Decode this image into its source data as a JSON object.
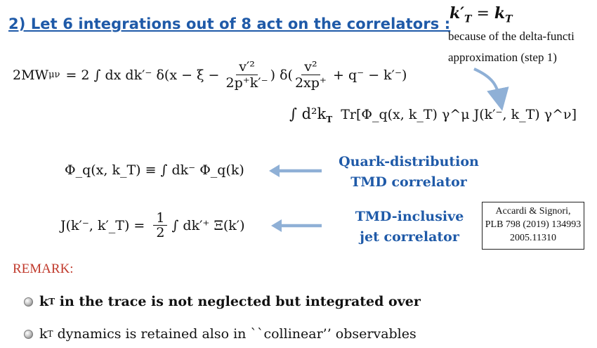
{
  "title": "2) Let 6 integrations out of 8 act on the correlators :",
  "note": {
    "equation_lhs": "k′",
    "equation_sub": "T",
    "equation_mid": " = ",
    "equation_rhs": "k",
    "line1": "because of the delta-functi",
    "line2": "approximation (step 1)"
  },
  "equations": {
    "w_main": "2MW",
    "w_sup": "μν",
    "w_rest": " = 2 ∫ dx dk′⁻ δ(x − ξ − ",
    "frac1_num": "v′²",
    "frac1_den": "2p⁺k′⁻",
    "mid": ") δ(",
    "frac2_num": "v²",
    "frac2_den": "2xp⁺",
    "tail": " + q⁻ − k′⁻)",
    "trace_line": "∫ d²k",
    "trace_rest": "Tr[Φ_q(x, k_T) γ^μ J(k′⁻, k_T) γ^ν]",
    "phi_def": "Φ_q(x, k_T) ≡ ∫ dk⁻ Φ_q(k)",
    "j_def_lhs": "J(k′⁻, k′_T) = ",
    "j_half_num": "1",
    "j_half_den": "2",
    "j_def_rhs": "∫ dk′⁺ Ξ(k′)"
  },
  "labels": {
    "quark_line1": "Quark-distribution",
    "quark_line2": "TMD correlator",
    "jet_line1": "TMD-inclusive",
    "jet_line2": "jet correlator"
  },
  "reference": {
    "line1": "Accardi & Signori,",
    "line2": "PLB 798 (2019) 134993",
    "line3": "2005.11310"
  },
  "remark": {
    "heading": "REMARK:",
    "bullet1_k": "k",
    "bullet1_sub": "T",
    "bullet1_text": " in the trace is not neglected but integrated over",
    "bullet2_k": "k",
    "bullet2_sub": "T",
    "bullet2_text": " dynamics is retained also in ``collinear’’ observables"
  },
  "colors": {
    "title_blue": "#1f5aa8",
    "label_blue": "#1f5aa8",
    "arrow_blue": "#8fb0d6",
    "remark_red": "#c0392b"
  }
}
